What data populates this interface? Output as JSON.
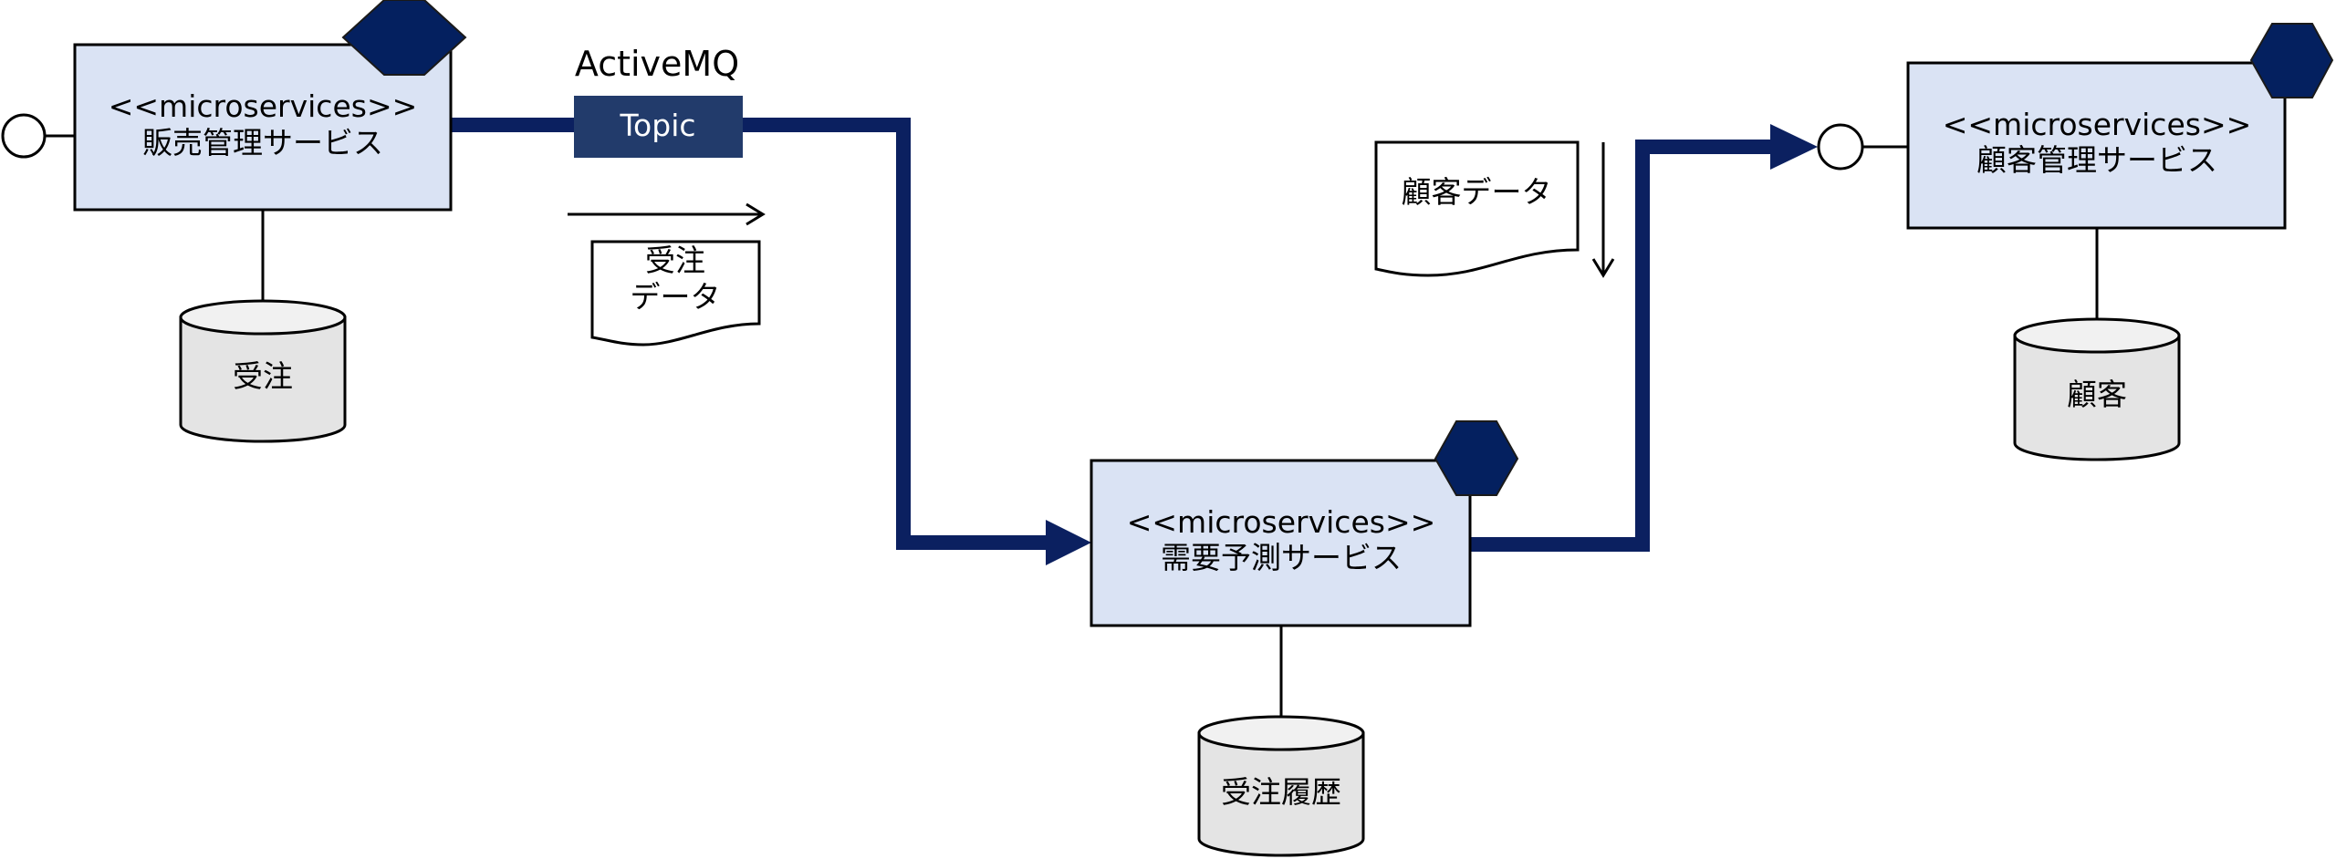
{
  "colors": {
    "service_fill": "#dae3f4",
    "connector": "#0b2060",
    "hexagon": "#04205f",
    "topic_fill": "#223b6b",
    "db_fill": "#e4e4e4",
    "db_top": "#f1f1f1"
  },
  "broker": {
    "name": "ActiveMQ",
    "topic_label": "Topic"
  },
  "services": {
    "sales": {
      "stereotype": "<<microservices>>",
      "name": "販売管理サービス",
      "icon": "hexagon-icon"
    },
    "forecast": {
      "stereotype": "<<microservices>>",
      "name": "需要予測サービス",
      "icon": "hexagon-icon"
    },
    "customer": {
      "stereotype": "<<microservices>>",
      "name": "顧客管理サービス",
      "icon": "hexagon-icon"
    }
  },
  "databases": {
    "orders": {
      "label": "受注"
    },
    "order_history": {
      "label": "受注履歴"
    },
    "customers": {
      "label": "顧客"
    }
  },
  "documents": {
    "order_data": {
      "line1": "受注",
      "line2": "データ"
    },
    "customer_data": {
      "line1": "顧客データ"
    }
  }
}
